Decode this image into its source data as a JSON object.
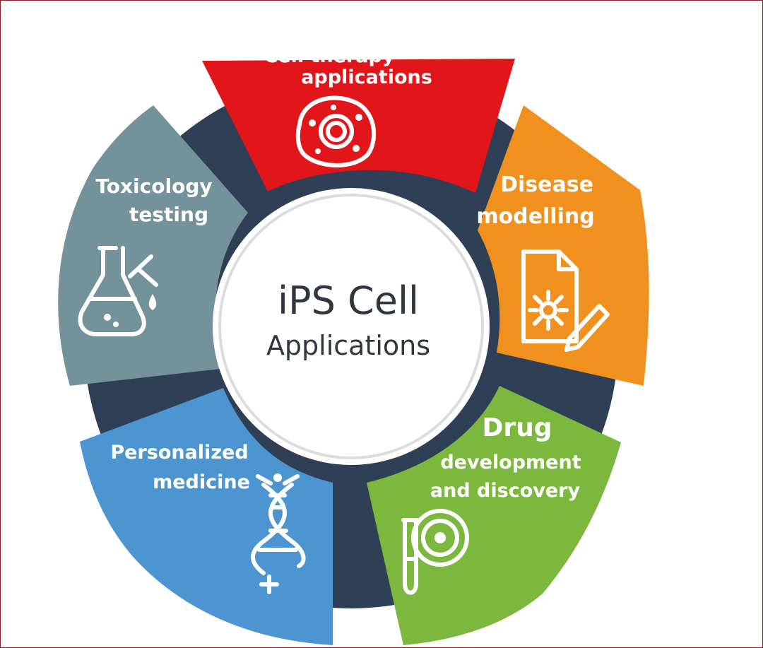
{
  "center": {
    "title": "iPS Cell",
    "subtitle": "Applications"
  },
  "segments": [
    {
      "id": "cell-therapy",
      "lines": [
        "Cell therapy",
        "applications"
      ],
      "color": "#e0161b",
      "icon": "cell-icon"
    },
    {
      "id": "disease-modelling",
      "lines": [
        "Disease",
        "modelling"
      ],
      "color": "#f0901e",
      "icon": "document-pencil-icon"
    },
    {
      "id": "drug-development",
      "lines": [
        "Drug",
        "development",
        "and discovery"
      ],
      "color": "#7bb83d",
      "icon": "test-tube-petri-icon"
    },
    {
      "id": "personalized-medicine",
      "lines": [
        "Personalized",
        "medicine"
      ],
      "color": "#4c95d0",
      "icon": "dna-plus-icon"
    },
    {
      "id": "toxicology-testing",
      "lines": [
        "Toxicology",
        "testing"
      ],
      "color": "#73929a",
      "icon": "flask-dropper-icon"
    }
  ],
  "ring_color": "#2f3f56"
}
